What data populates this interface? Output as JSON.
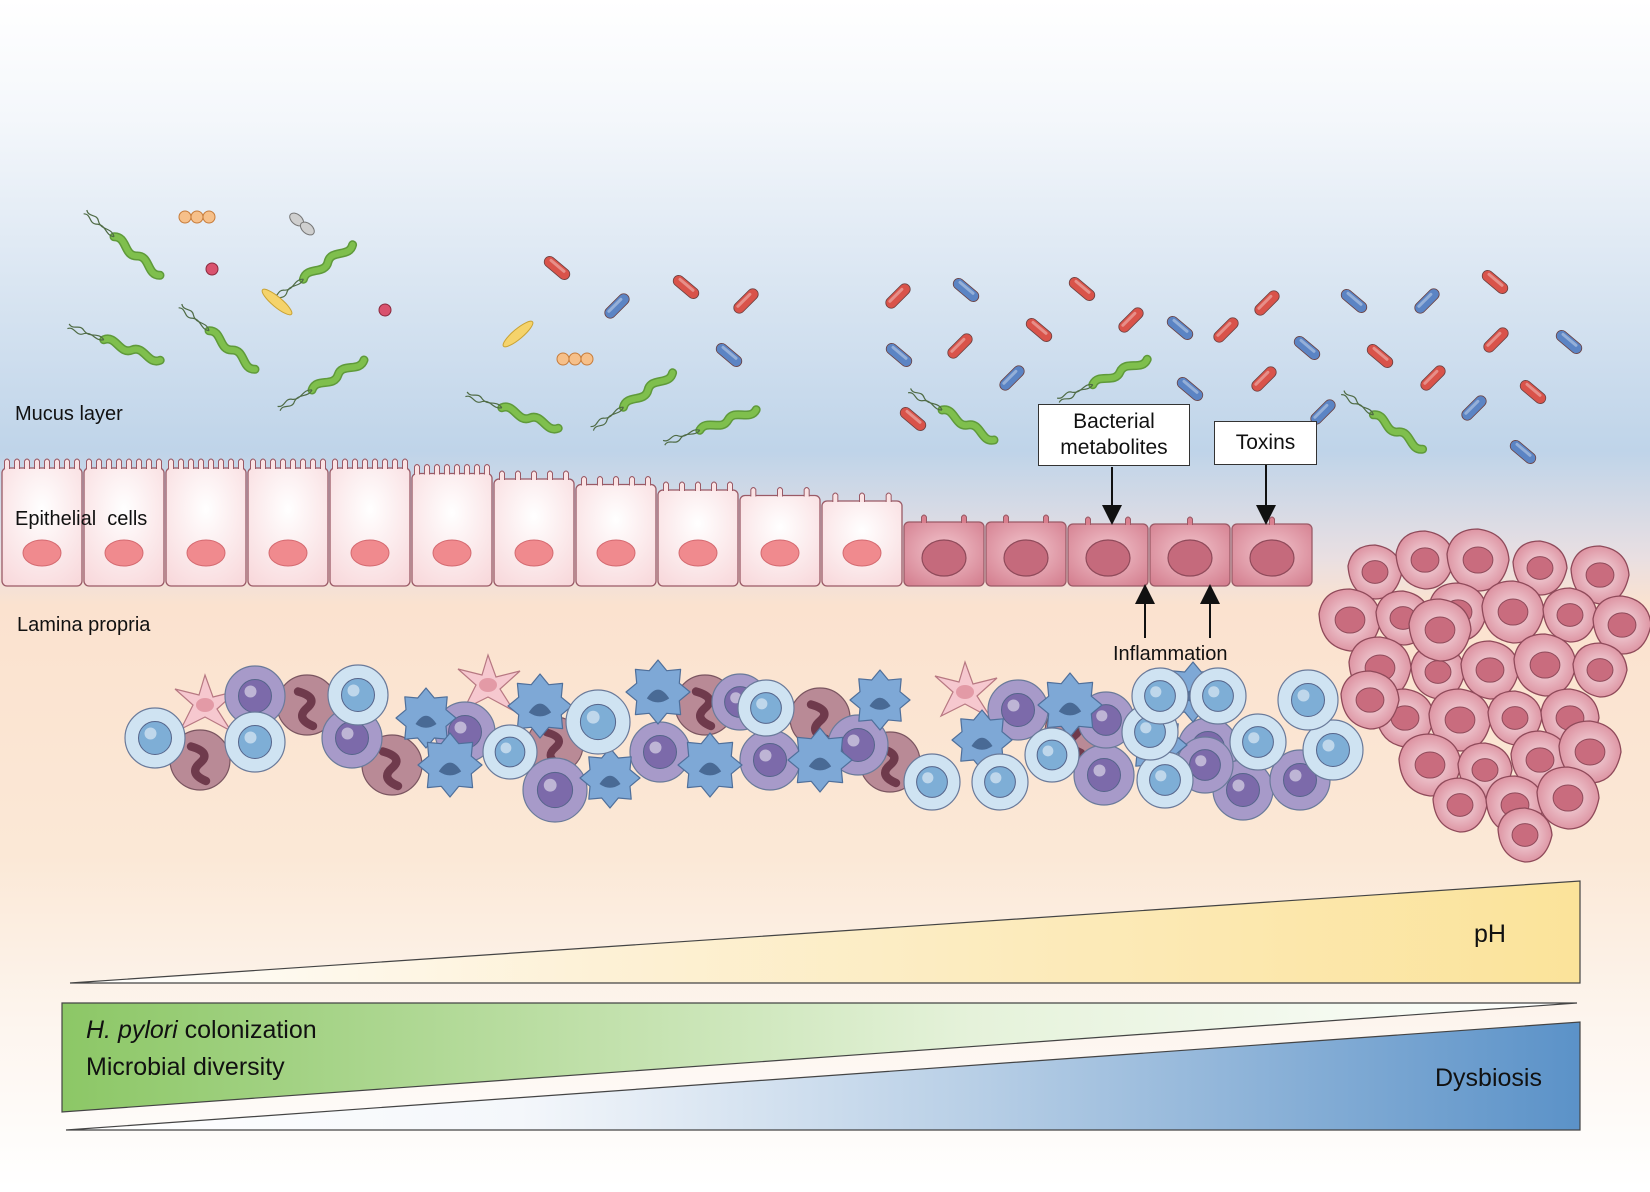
{
  "layers": {
    "mucus": "Mucus layer",
    "epithelium": "Epithelial  cells",
    "lamina": "Lamina propria"
  },
  "callouts": {
    "metabolites_line1": "Bacterial",
    "metabolites_line2": "metabolites",
    "toxins": "Toxins",
    "inflammation": "Inflammation"
  },
  "gradients": {
    "ph": "pH",
    "hpylori_italic": "H. pylori",
    "hpylori_rest": " colonization",
    "diversity": "Microbial diversity",
    "dysbiosis": "Dysbiosis"
  },
  "colors": {
    "healthy_epithelium": "#fbe3e4",
    "tumor_cell": "#d9808f",
    "green_bacteria": "#7fbf4d",
    "red_bacteria": "#d9534a",
    "blue_bacteria": "#5b84c4",
    "ph_wedge": "#fbe39a",
    "hpylori_wedge": "#8cc766",
    "dysbiosis_wedge": "#5b92c8"
  }
}
